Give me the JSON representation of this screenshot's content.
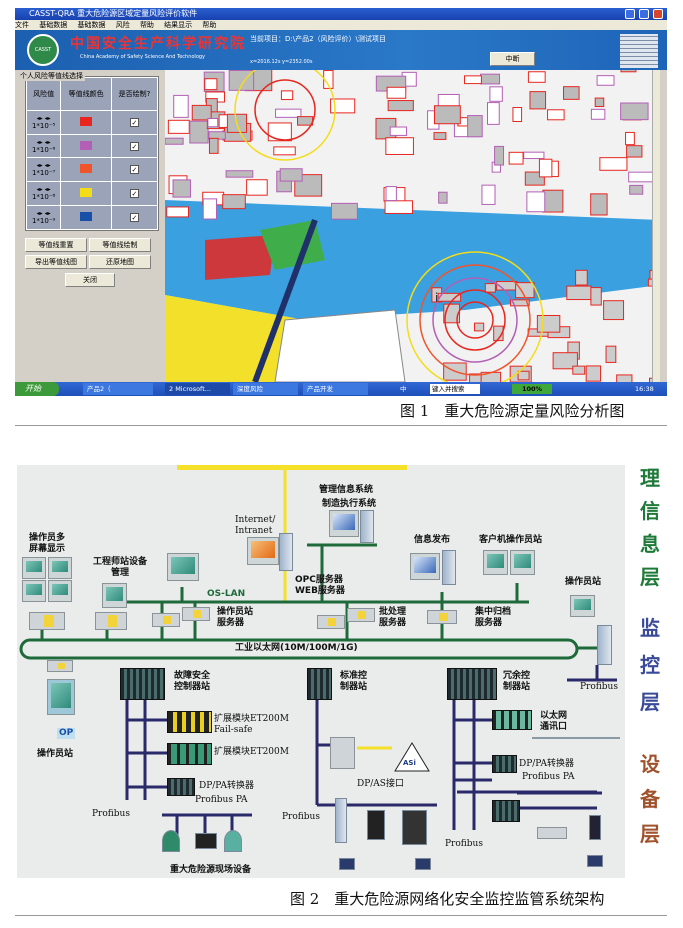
{
  "figure1": {
    "window_title": "CASST-QRA 重大危险源区域定量风险评价软件",
    "menu": [
      "文件",
      "基础数据",
      "基础数据",
      "风险",
      "帮助",
      "结果显示",
      "帮助"
    ],
    "banner": {
      "org_cn": "中国安全生产科学研究院",
      "org_en": "China Academy of Safety Science And Technology",
      "logo_text": "CASST",
      "current_project_label": "当前项目：",
      "current_project_path": "D:\\产品2（风险评价）\\测试项目",
      "coords": "x=2016.12s  y=2352.00s",
      "button": "中断"
    },
    "panel": {
      "group_title": "个人风险等值线选择",
      "headers": [
        "风险值",
        "等值线颜色",
        "是否绘制?"
      ],
      "rows": [
        {
          "value": "1*10⁻⁵",
          "color": "#e8261f",
          "checked": true
        },
        {
          "value": "1*10⁻⁶",
          "color": "#b35fb5",
          "checked": true
        },
        {
          "value": "1*10⁻⁷",
          "color": "#f0542a",
          "checked": true
        },
        {
          "value": "1*10⁻⁸",
          "color": "#f4dc16",
          "checked": true
        },
        {
          "value": "1*10⁻⁹",
          "color": "#1a4fa8",
          "checked": true
        }
      ],
      "buttons": [
        "等值线重置",
        "等值线绘制",
        "导出等值线图",
        "还原地图",
        "关闭"
      ]
    },
    "map_labels": [
      "i"
    ],
    "taskbar": {
      "start": "开始",
      "tasks": [
        "产品2（",
        "2 Microsoft...",
        "深度风险",
        "产品开发"
      ],
      "ime": "中",
      "search_placeholder": "键入并搜索",
      "badge": "100%",
      "clock": "16:38"
    },
    "caption": "图 1　重大危险源定量风险分析图"
  },
  "figure2": {
    "labels": {
      "internet": "Internet/\nIntranet",
      "mis": "管理信息系统",
      "mes": "制造执行系统",
      "multi_screen": "操作员多\n屏幕显示",
      "eng_station": "工程师站设备\n管理",
      "os_lan": "OS-LAN",
      "opc": "OPC服务器\nWEB服务器",
      "info_pub": "信息发布",
      "client_station": "客户机操作员站",
      "op_server": "操作员站\n服务器",
      "batch_server": "批处理\n服务器",
      "archive_server": "集中归档\n服务器",
      "operator_station_right": "操作员站",
      "industrial_ethernet": "工业以太网(10M/100M/1G)",
      "profibus": "Profibus",
      "op": "OP",
      "operator_station_left": "操作员站",
      "failsafe_controller": "故障安全\n控制器站",
      "et200m_failsafe": "扩展模块ET200M\nFail-safe",
      "et200m": "扩展模块ET200M",
      "dp_pa": "DP/PA转换器",
      "profibus_pa": "Profibus PA",
      "field_devices": "重大危险源现场设备",
      "std_controller": "标准控\n制器站",
      "dp_as": "DP/AS接口",
      "asi": "ASi",
      "redundant_controller": "冗余控\n制器站",
      "eth_port": "以太网\n通讯口"
    },
    "layers": [
      {
        "chars": [
          "理",
          "信",
          "息",
          "层"
        ],
        "color": "#1f7a3a"
      },
      {
        "chars": [
          "监",
          "控",
          "层"
        ],
        "color": "#3a4a9a"
      },
      {
        "chars": [
          "设",
          "备",
          "层"
        ],
        "color": "#a0522d"
      }
    ],
    "caption": "图 2　重大危险源网络化安全监控监管系统架构"
  }
}
